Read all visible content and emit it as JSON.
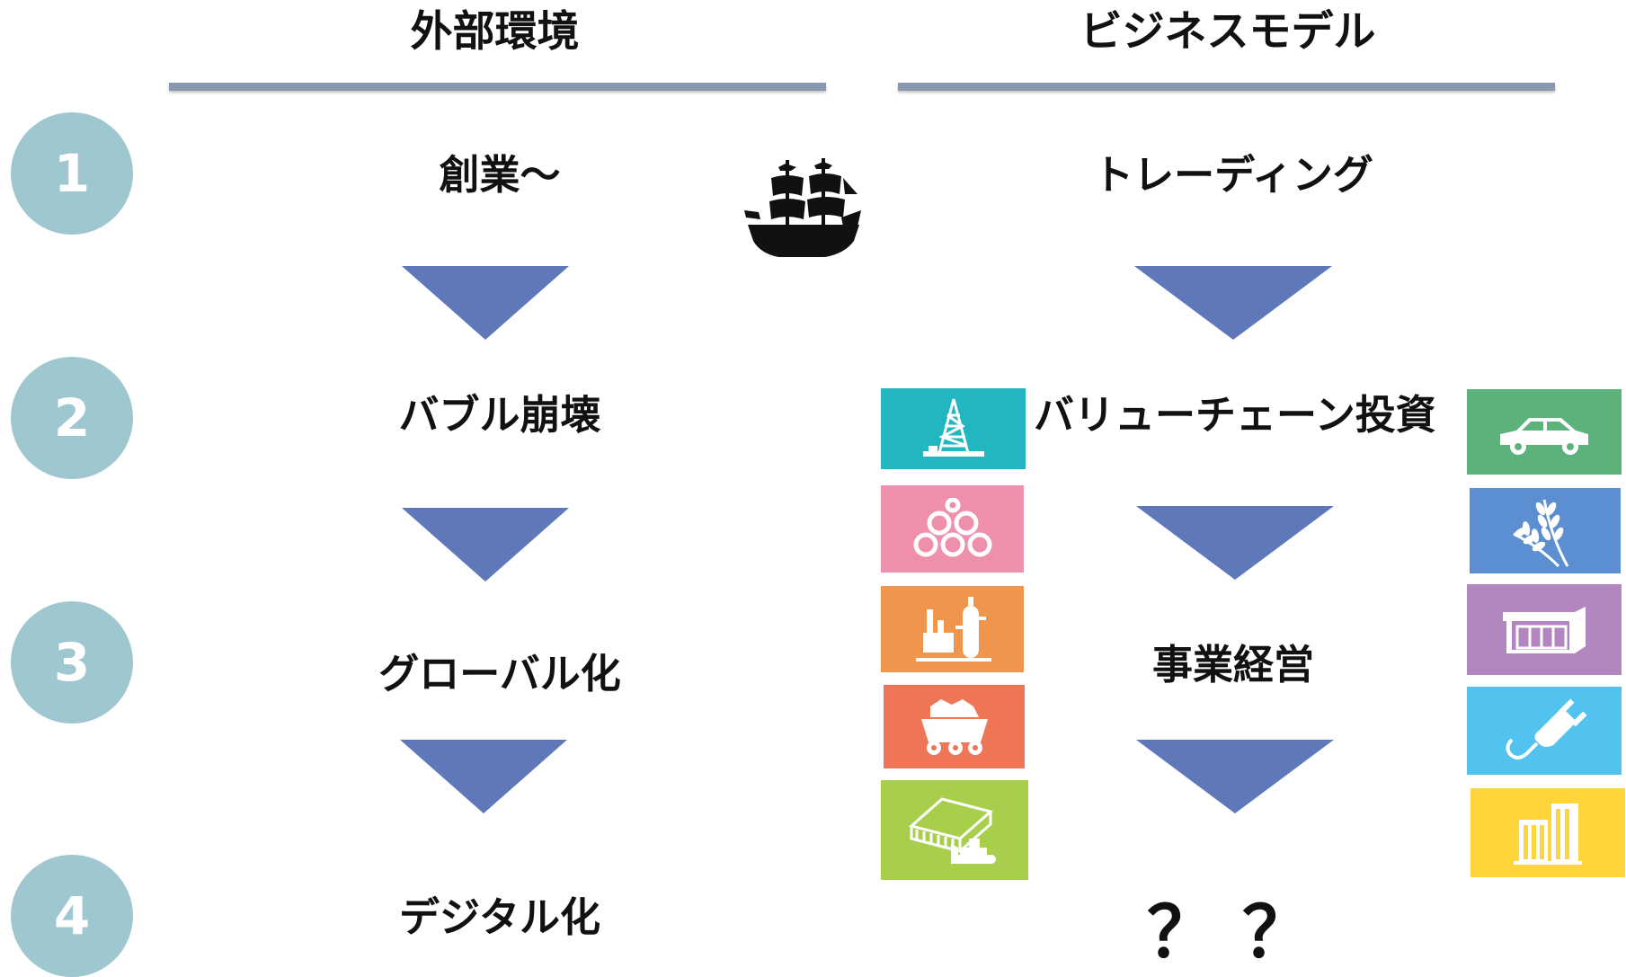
{
  "headers": {
    "left": "外部環境",
    "right": "ビジネスモデル"
  },
  "steps": [
    {
      "number": "1",
      "environment": "創業～",
      "business_model": "トレーディング"
    },
    {
      "number": "2",
      "environment": "バブル崩壊",
      "business_model": "バリューチェーン投資"
    },
    {
      "number": "3",
      "environment": "グローバル化",
      "business_model": "事業経営"
    },
    {
      "number": "4",
      "environment": "デジタル化",
      "business_model": "？？"
    }
  ],
  "icons": {
    "ship": "sailing-ship-icon",
    "left_tiles": [
      {
        "icon": "oil-rig-icon",
        "color": "#22b6c1"
      },
      {
        "icon": "steel-pipes-icon",
        "color": "#ee8fac"
      },
      {
        "icon": "chemical-plant-icon",
        "color": "#f0964c"
      },
      {
        "icon": "mining-cart-icon",
        "color": "#ee7555"
      },
      {
        "icon": "warehouse-bulldozer-icon",
        "color": "#a8cf4c"
      }
    ],
    "right_tiles": [
      {
        "icon": "car-icon",
        "color": "#5db17a"
      },
      {
        "icon": "wheat-icon",
        "color": "#5c8fd2"
      },
      {
        "icon": "store-icon",
        "color": "#b286be"
      },
      {
        "icon": "power-plug-icon",
        "color": "#52c2ef"
      },
      {
        "icon": "buildings-icon",
        "color": "#fdd53b"
      }
    ]
  },
  "colors": {
    "arrow": "#5e78ba",
    "circle": "#9fc7cf",
    "rule": "#8a97b0"
  }
}
